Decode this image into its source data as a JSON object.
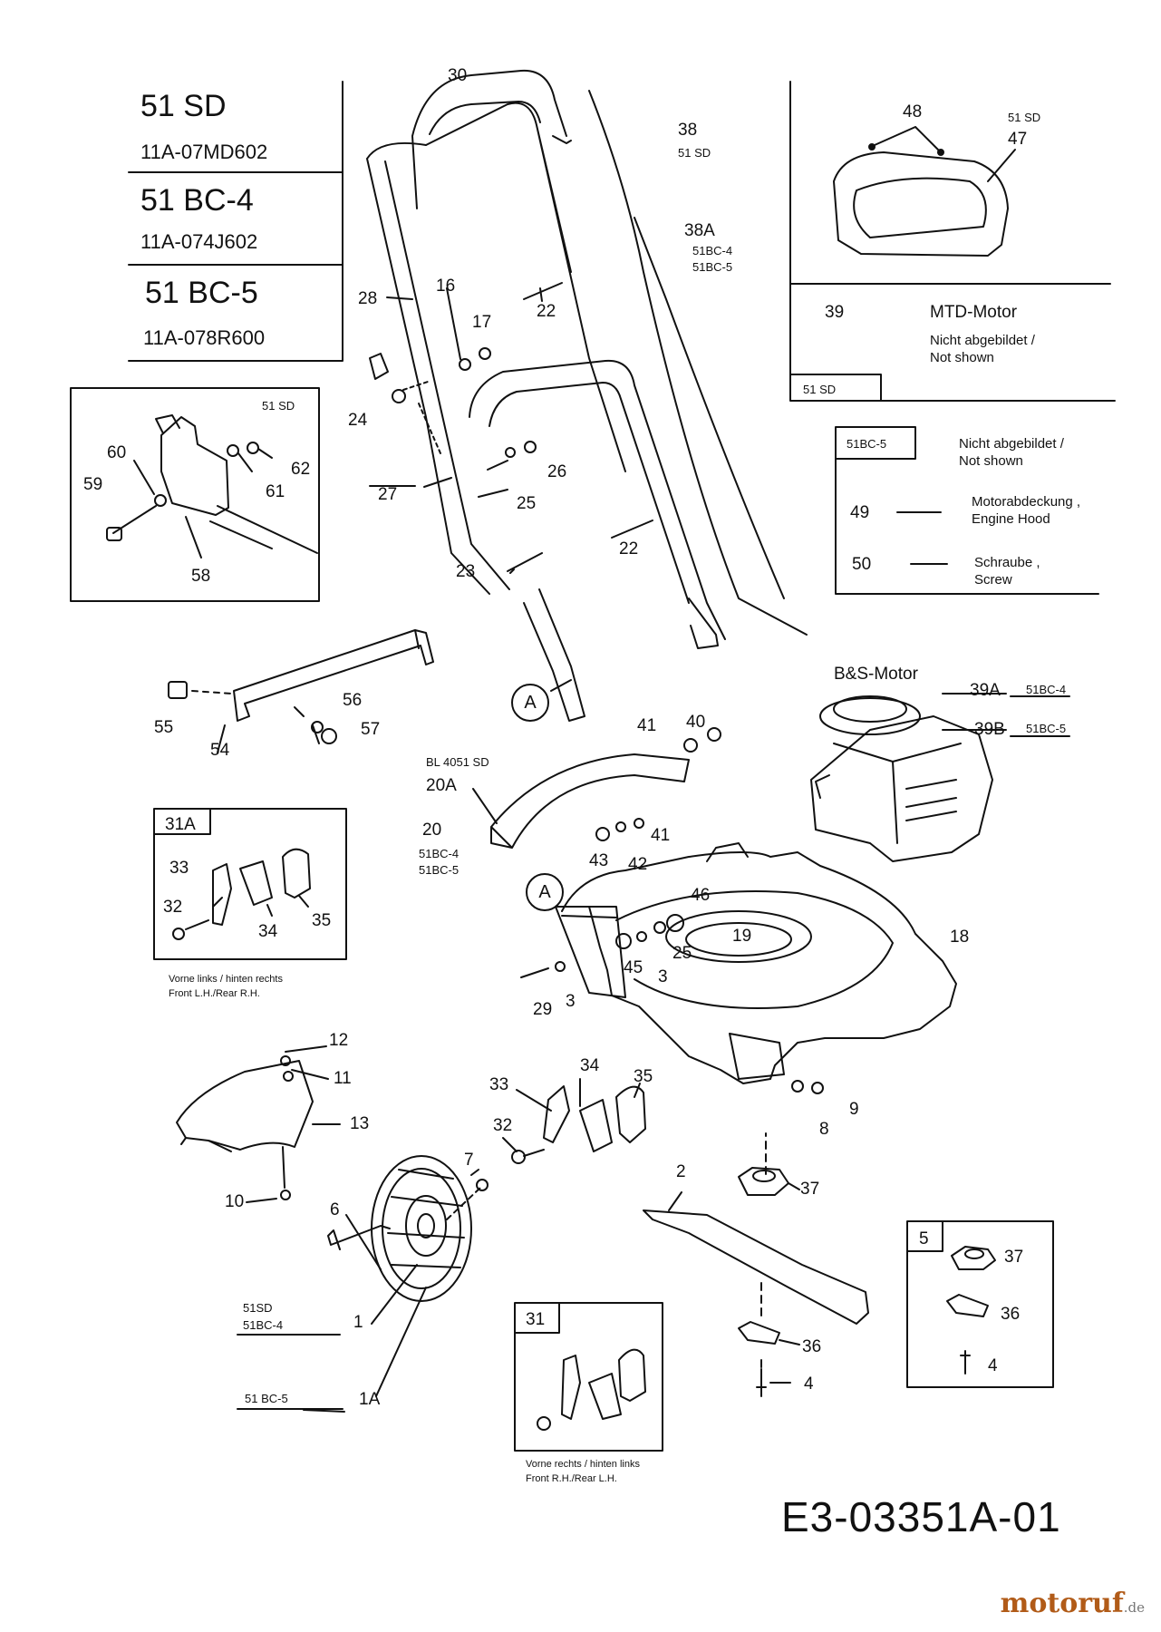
{
  "models": [
    {
      "name": "51 SD",
      "code": "11A-07MD602"
    },
    {
      "name": "51 BC-4",
      "code": "11A-074J602"
    },
    {
      "name": "51 BC-5",
      "code": "11A-078R600"
    }
  ],
  "callouts": {
    "c30": "30",
    "c38": "38",
    "c38_sub": "51 SD",
    "c38a": "38A",
    "c38a_sub1": "51BC-4",
    "c38a_sub2": "51BC-5",
    "c28": "28",
    "c16": "16",
    "c17": "17",
    "c22a": "22",
    "c22b": "22",
    "c24": "24",
    "c27": "27",
    "c25a": "25",
    "c26": "26",
    "c23": "23",
    "c55": "55",
    "c54": "54",
    "c56": "56",
    "c57": "57",
    "c41a": "41",
    "c40": "40",
    "c20a": "20A",
    "c20": "20",
    "c20_sub0": "BL 4051 SD",
    "c20_sub1": "51BC-4",
    "c20_sub2": "51BC-5",
    "c43": "43",
    "c42": "42",
    "c41b": "41",
    "c46": "46",
    "c19": "19",
    "c18": "18",
    "c25b": "25",
    "c45": "45",
    "c3a": "3",
    "c29": "29",
    "c3b": "3",
    "c12": "12",
    "c11": "11",
    "c13": "13",
    "c10": "10",
    "c33": "33",
    "c34": "34",
    "c35": "35",
    "c32": "32",
    "c7": "7",
    "c9": "9",
    "c8": "8",
    "c6": "6",
    "c1": "1",
    "c1a": "1A",
    "c1_sub1": "51SD",
    "c1_sub2": "51BC-4",
    "c1a_sub": "51 BC-5",
    "c2": "2",
    "c37": "37",
    "c36": "36",
    "c4": "4",
    "c39a": "39A",
    "c39a_sub": "51BC-4",
    "c39b": "39B",
    "c39b_sub": "51BC-5",
    "bs_motor": "B&S-Motor",
    "circle_a1": "A",
    "circle_a2": "A"
  },
  "inset_switch": {
    "model": "51 SD",
    "n60": "60",
    "n59": "59",
    "n62": "62",
    "n61": "61",
    "n58": "58"
  },
  "inset_motor": {
    "n48": "48",
    "model_top": "51 SD",
    "n47": "47",
    "n39": "39",
    "motor_label": "MTD-Motor",
    "note_de": "Nicht abgebildet /",
    "note_en": "Not shown",
    "model_bottom": "51 SD"
  },
  "inset_bc5": {
    "model": "51BC-5",
    "note_de": "Nicht abgebildet /",
    "note_en": "Not shown",
    "n49": "49",
    "n49_de": "Motorabdeckung ,",
    "n49_en": "Engine Hood",
    "n50": "50",
    "n50_de": "Schraube ,",
    "n50_en": "Screw"
  },
  "inset_31a": {
    "tag": "31A",
    "n33": "33",
    "n32": "32",
    "n34": "34",
    "n35": "35",
    "cap1": "Vorne links / hinten rechts",
    "cap2": "Front L.H./Rear R.H."
  },
  "inset_31": {
    "tag": "31",
    "cap1": "Vorne rechts / hinten links",
    "cap2": "Front R.H./Rear L.H."
  },
  "inset_5": {
    "tag": "5",
    "n37": "37",
    "n36": "36",
    "n4": "4"
  },
  "diagram_id": "E3-03351A-01",
  "watermark": {
    "brand": "motoruf",
    "tld": ".de"
  },
  "colors": {
    "line": "#111111",
    "watermark": "#b15b18"
  }
}
